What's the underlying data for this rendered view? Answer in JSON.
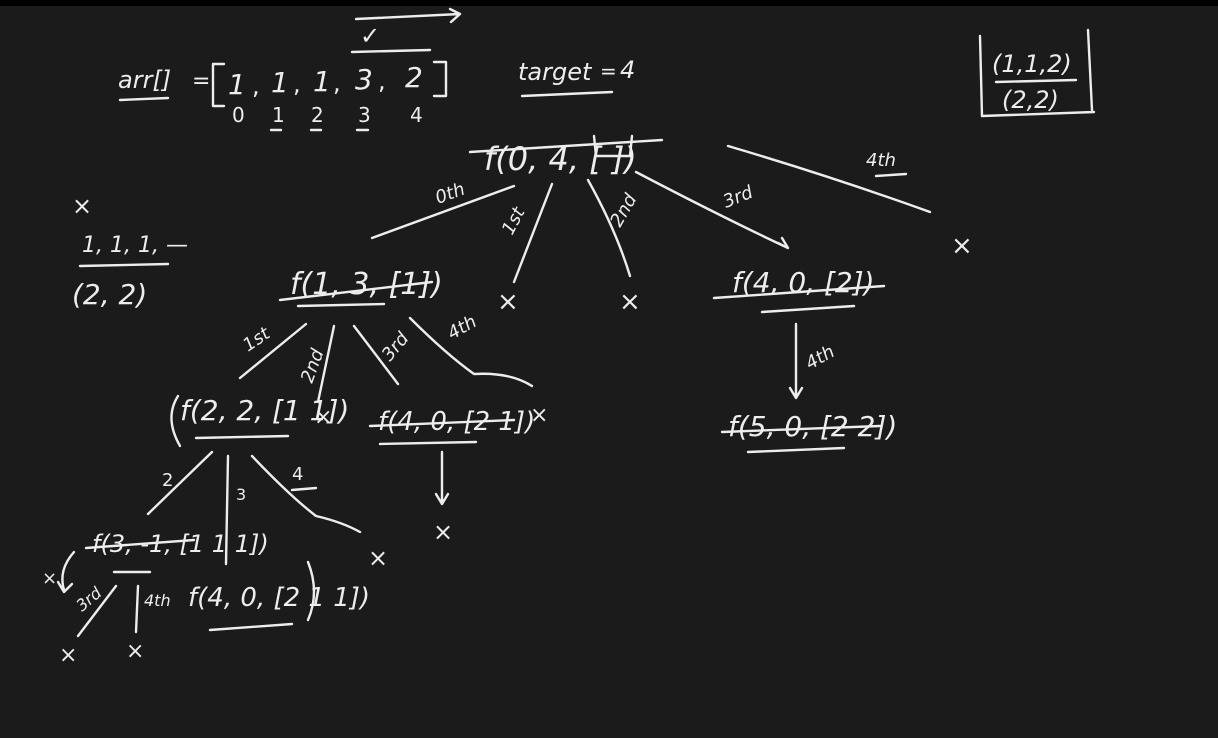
{
  "array": {
    "name": "arr[]",
    "equals": "=",
    "values": [
      "1",
      "1",
      "1",
      "3",
      "2"
    ],
    "indices": [
      "0",
      "1",
      "2",
      "3",
      "4"
    ]
  },
  "target": {
    "label": "target",
    "equals": "=",
    "value": "4"
  },
  "answers": {
    "first": "(1,1,2)",
    "second": "(2,2)"
  },
  "side_note": {
    "cross": "×",
    "partial": "1, 1, 1, —",
    "combo": "(2, 2)"
  },
  "nodes": {
    "root": "f(0, 4, [ ])",
    "n1": "f(1, 3, [1])",
    "n2": "f(2, 2, [1 1])",
    "n3": "f(3, -1, [1 1 1])",
    "n4": "f(4, 0, [2 1 1])",
    "n5": "f(4, 0, [2 1])",
    "n6": "f(4, 0, [2])",
    "n7": "f(5, 0, [2 2])"
  },
  "edge_labels": {
    "root_0th": "0th",
    "root_1st": "1st",
    "root_2nd": "2nd",
    "root_3rd": "3rd",
    "root_4th": "4th",
    "n1_1st": "1st",
    "n1_2nd": "2nd",
    "n1_3rd": "3rd",
    "n1_4th": "4th",
    "n2_2": "2",
    "n2_3": "3",
    "n2_4": "4",
    "n3_3rd": "3rd",
    "n3_4th": "4th",
    "n6_4th": "4th"
  },
  "marks": {
    "cross": "×",
    "check": "✓"
  }
}
